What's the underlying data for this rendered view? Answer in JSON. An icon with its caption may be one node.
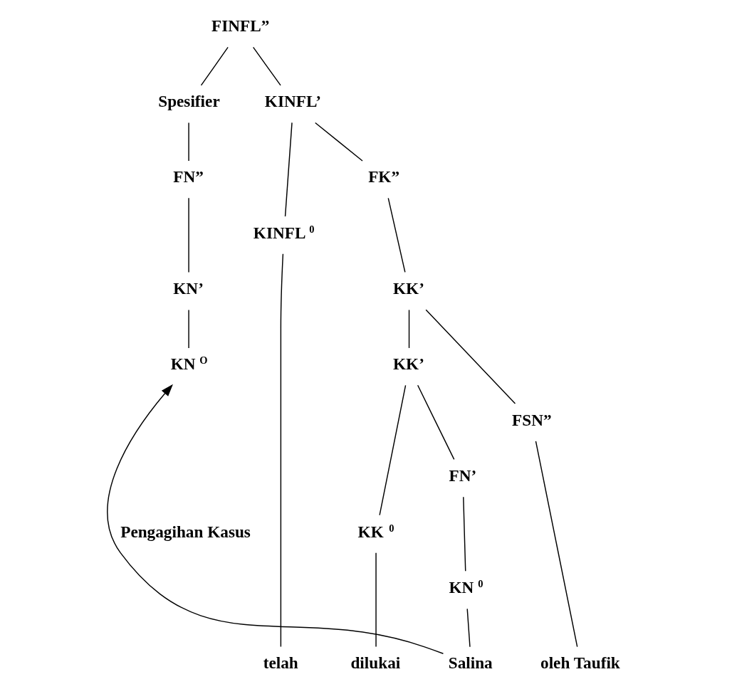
{
  "diagram": {
    "nodes": [
      {
        "text": [
          "FINFL”"
        ]
      },
      {
        "text": [
          "Spesifier"
        ]
      },
      {
        "text": [
          "KINFL’"
        ]
      },
      {
        "text": [
          "FN”"
        ]
      },
      {
        "text": [
          "KN’"
        ]
      },
      {
        "text": [
          "KN $^{O}$"
        ]
      },
      {
        "text": [
          "KINFL $^{0}$"
        ]
      },
      {
        "text": [
          "FK”"
        ]
      },
      {
        "text": [
          "KK’"
        ]
      },
      {
        "text": [
          "KK’"
        ]
      },
      {
        "text": [
          "FSN”"
        ]
      },
      {
        "text": [
          "KK $^{0}$"
        ]
      },
      {
        "text": [
          "FN’"
        ]
      },
      {
        "text": [
          "KN $^{0}$"
        ]
      },
      {
        "text": [
          "telah"
        ]
      },
      {
        "text": [
          "dilukai"
        ]
      },
      {
        "text": [
          "Salina"
        ]
      },
      {
        "text": [
          "oleh Taufik"
        ]
      }
    ],
    "edges": [
      {
        "from": 0,
        "to": 1,
        "arrow": "none"
      },
      {
        "from": 0,
        "to": 2,
        "arrow": "none"
      },
      {
        "from": 1,
        "to": 3,
        "arrow": "none"
      },
      {
        "from": 3,
        "to": 4,
        "arrow": "none"
      },
      {
        "from": 4,
        "to": 5,
        "arrow": "none"
      },
      {
        "from": 2,
        "to": 6,
        "arrow": "none"
      },
      {
        "from": 2,
        "to": 7,
        "arrow": "none"
      },
      {
        "from": 6,
        "to": 14,
        "arrow": "none"
      },
      {
        "from": 7,
        "to": 8,
        "arrow": "none"
      },
      {
        "from": 8,
        "to": 9,
        "arrow": "none"
      },
      {
        "from": 8,
        "to": 10,
        "arrow": "none"
      },
      {
        "from": 9,
        "to": 11,
        "arrow": "none"
      },
      {
        "from": 9,
        "to": 12,
        "arrow": "none"
      },
      {
        "from": 11,
        "to": 15,
        "arrow": "none"
      },
      {
        "from": 12,
        "to": 13,
        "arrow": "none"
      },
      {
        "from": 13,
        "to": 16,
        "arrow": "none"
      },
      {
        "from": 10,
        "to": 17,
        "arrow": "none"
      },
      {
        "from": 16,
        "to": 5,
        "arrow": "to",
        "label": "Pengagihan Kasus"
      }
    ]
  }
}
